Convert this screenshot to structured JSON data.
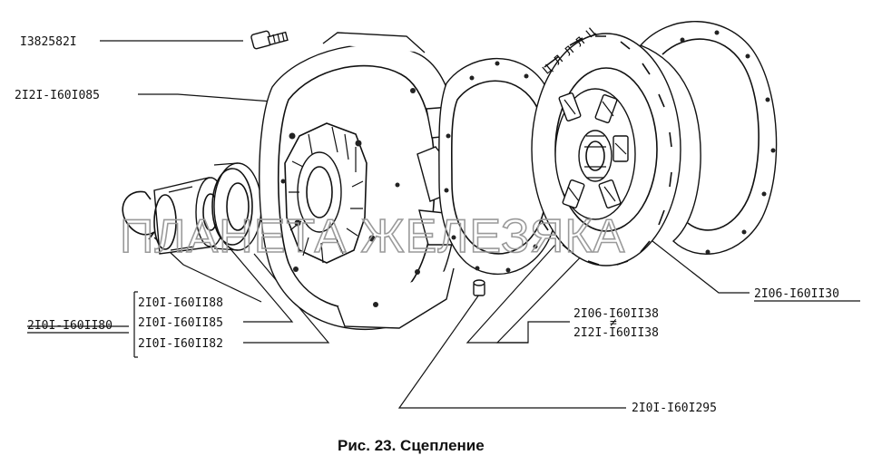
{
  "labels": {
    "bolt": "I382582I",
    "pressure_plate": "2I2I-I60I085",
    "assembly": "2I0I-I60II80",
    "bearing_1": "2I0I-I60II88",
    "bearing_2": "2I0I-I60II85",
    "bearing_3": "2I0I-I60II82",
    "disc_right": "2I06-I60II30",
    "disc_a": "2I06-I60II38",
    "disc_sep": "≠",
    "disc_b": "2I2I-I60II38",
    "pin": "2I0I-I60I295"
  },
  "watermark": "ПЛАНЕТА ЖЕЛЕЗЯКА",
  "caption": "Рис. 23. Сцепление"
}
